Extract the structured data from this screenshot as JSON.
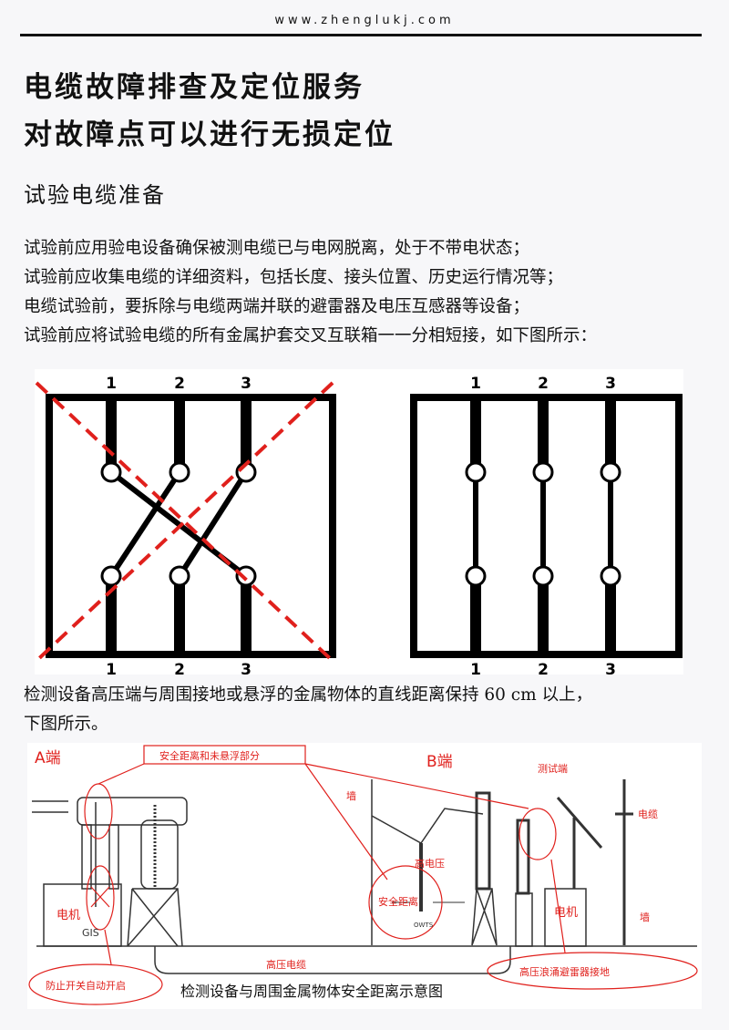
{
  "header": {
    "url": "www.zhenglukj.com"
  },
  "title": {
    "line1": "电缆故障排查及定位服务",
    "line2": "对故障点可以进行无损定位"
  },
  "section_title": "试验电缆准备",
  "paragraphs": [
    "试验前应用验电设备确保被测电缆已与电网脱离，处于不带电状态；",
    "试验前应收集电缆的详细资料，包括长度、接头位置、历史运行情况等；",
    "电缆试验前，要拆除与电缆两端并联的避雷器及电压互感器等设备；",
    "试验前应将试验电缆的所有金属护套交叉互联箱一一分相短接，如下图所示："
  ],
  "figure1": {
    "labels": [
      "1",
      "2",
      "3"
    ]
  },
  "note": {
    "line1": "检测设备高压端与周围接地或悬浮的金属物体的直线距离保持 60 cm 以上，",
    "line2": "下图所示。"
  },
  "figure2": {
    "a_end": "A端",
    "b_end": "B端",
    "callout_top": "安全距离和未悬浮部分",
    "test_end": "测试端",
    "wall": "墙",
    "cable": "电缆",
    "high_voltage": "高电压",
    "safe_distance": "安全距离",
    "motor": "电机",
    "gis": "GIS",
    "owts": "OWTS",
    "hv_cable": "高压电缆",
    "prevent_switch": "防止开关自动开启",
    "surge_ground": "高压浪涌避雷器接地",
    "caption": "检测设备与周围金属物体安全距离示意图"
  },
  "colors": {
    "red": "#e0201c"
  }
}
